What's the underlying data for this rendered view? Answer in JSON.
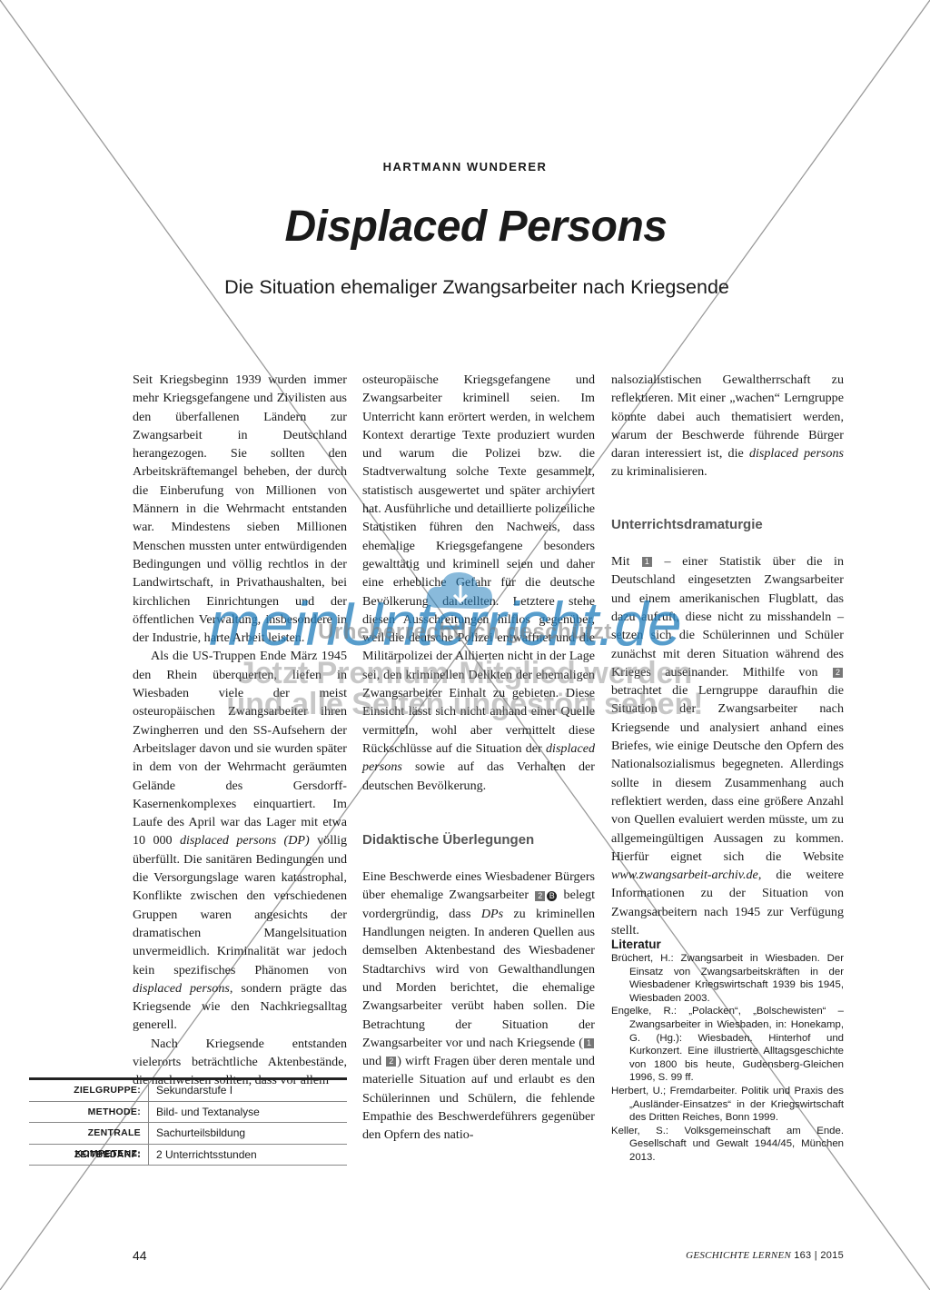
{
  "header": {
    "author": "HARTMANN WUNDERER",
    "title": "Displaced Persons",
    "subtitle": "Die Situation ehemaliger Zwangsarbeiter nach Kriegsende"
  },
  "body": {
    "col1": {
      "p1": "Seit Kriegsbeginn 1939 wurden immer mehr Kriegsgefangene und Zivilisten aus den überfallenen Ländern zur Zwangsarbeit in Deutschland herangezogen. Sie sollten den Arbeitskräftemangel beheben, der durch die Einberufung von Millionen von Männern in die Wehrmacht entstanden war. Mindestens sieben Millionen Menschen mussten unter entwürdigenden Bedingungen und völlig rechtlos in der Landwirtschaft, in Privathaushalten, bei kirchlichen Einrichtungen und der öffentlichen Verwaltung, insbesondere in der Industrie, harte Arbeit leisten.",
      "p2a": "Als die US-Truppen Ende März 1945 den Rhein überquerten, liefen in Wiesbaden viele der meist osteuropäischen Zwangsarbeiter ihren Zwingherren und den SS-Aufsehern der Arbeitslager davon und sie wurden später in dem von der Wehrmacht geräumten Gelände des Gersdorff-Kasernenkomplexes einquartiert. Im Laufe des April war das Lager mit etwa 10 000 ",
      "p2b": "displaced persons (DP)",
      "p2c": " völlig überfüllt. Die sanitären Bedingungen und die Versorgungslage waren katastrophal, Konflikte zwischen den verschiedenen Gruppen waren angesichts der dramatischen Mangelsituation unvermeidlich. Kriminalität war jedoch kein spezifisches Phänomen von ",
      "p2d": "displaced persons",
      "p2e": ", sondern prägte das Kriegsende wie den Nachkriegsalltag generell.",
      "p3": "Nach Kriegsende entstanden vielerorts beträchtliche Aktenbestände, die nachweisen sollten, dass vor allem"
    },
    "col2": {
      "p1a": "osteuropäische Kriegsgefangene und Zwangsarbeiter kriminell seien. Im Unterricht kann erörtert werden, in welchem Kontext derartige Texte produziert wurden und warum die Polizei bzw. die Stadtverwaltung solche Texte gesammelt, statistisch ausgewertet und später archiviert hat. Ausführliche und detaillierte polizeiliche Statistiken führen den Nachweis, dass ehemalige Kriegsgefangene besonders gewalttätig und kriminell seien und daher eine erhebliche Gefahr für die deutsche Bevölkerung darstellten. Letztere stehe diesen Ausschreitungen hilflos gegenüber, weil die deutsche Polizei entwaffnet und die Militärpolizei der Alliierten nicht in der Lage sei, den kriminellen Delikten der ehemaligen Zwangsarbeiter Einhalt zu gebieten. Diese Einsicht lässt sich nicht anhand einer Quelle vermitteln, wohl aber vermittelt diese Rückschlüsse auf die Situation der ",
      "p1b": "displaced persons",
      "p1c": " sowie auf das Verhalten der deutschen Bevölkerung.",
      "heading": "Didaktische Überlegungen",
      "p2a": "Eine Beschwerde eines Wiesbadener Bürgers über ehemalige Zwangsarbeiter ",
      "marker_a": "2",
      "marker_b": "B",
      "p2b": " belegt vordergründig, dass ",
      "p2c": "DPs",
      "p2d": " zu kriminellen Handlungen neigten. In anderen Quellen aus demselben Aktenbestand des Wiesbadener Stadtarchivs wird von Gewalthandlungen und Morden berichtet, die ehemalige Zwangsarbeiter verübt haben sollen. Die Betrachtung der Situation der Zwangsarbeiter vor und nach Kriegsende (",
      "marker_c": "1",
      "p2e": " und ",
      "marker_d": "2",
      "p2f": ") wirft Fragen über deren mentale und materielle Situation auf und erlaubt es den Schülerinnen und Schülern, die fehlende Empathie des Beschwerdeführers gegenüber den Opfern des natio-"
    },
    "col3": {
      "p1a": "nalsozialistischen Gewaltherrschaft zu reflektieren. Mit einer „wachen“ Lerngruppe könnte dabei auch thematisiert werden, warum der Beschwerde führende Bürger daran interessiert ist, die ",
      "p1b": "displaced persons",
      "p1c": " zu kriminalisieren.",
      "heading": "Unterrichtsdramaturgie",
      "p2a": "Mit ",
      "marker_a": "1",
      "p2b": " – einer Statistik über die in Deutschland eingesetzten Zwangsarbeiter und einem amerikanischen Flugblatt, das dazu aufruft, diese nicht zu misshandeln – setzen sich die Schülerinnen und Schüler zunächst mit deren Situation während des Krieges auseinander. Mithilfe von ",
      "marker_b": "2",
      "p2c": " betrachtet die Lerngruppe daraufhin die Situation der Zwangsarbeiter nach Kriegsende und analysiert anhand eines Briefes, wie einige Deutsche den Opfern des Nationalsozialismus begegneten. Allerdings sollte in diesem Zusammenhang auch reflektiert werden, dass eine größere Anzahl von Quellen evaluiert werden müsste, um zu allgemeingültigen Aussagen zu kommen. Hierfür eignet sich die Website ",
      "p2d": "www.zwangsarbeit-archiv.de",
      "p2e": ", die weitere Informationen zu der Situation von Zwangsarbeitern nach 1945 zur Verfügung stellt."
    }
  },
  "literature": {
    "heading": "Literatur",
    "entries": [
      "Brüchert, H.: Zwangsarbeit in Wiesbaden. Der Einsatz von Zwangsarbeitskräften in der Wiesbadener Kriegswirtschaft 1939 bis 1945, Wiesbaden 2003.",
      "Engelke, R.: „Polacken“, „Bolschewisten“ – Zwangsarbeiter in Wiesbaden, in: Honekamp, G. (Hg.): Wiesbaden. Hinterhof und Kurkonzert. Eine illustrierte Alltagsgeschichte von 1800 bis heute, Gudensberg-Gleichen 1996, S. 99 ff.",
      "Herbert, U.; Fremdarbeiter. Politik und Praxis des „Ausländer-Einsatzes“ in der Kriegswirtschaft des Dritten Reiches, Bonn 1999.",
      "Keller, S.: Volksgemeinschaft am Ende. Gesellschaft und Gewalt 1944/45, München 2013."
    ]
  },
  "infobox": [
    {
      "label": "ZIELGRUPPE:",
      "value": "Sekundarstufe I"
    },
    {
      "label": "METHODE:",
      "value": "Bild- und Textanalyse"
    },
    {
      "label": "ZENTRALE KOMPETENZ:",
      "value": "Sachurteilsbildung"
    },
    {
      "label": "ZEITBEDARF:",
      "value": "2 Unterrichtsstunden"
    }
  ],
  "footer": {
    "page_number": "44",
    "magazine": "GESCHICHTE LERNEN",
    "issue": "163 | 2015"
  },
  "watermark": {
    "logo": "meinUnterricht.de",
    "line1": "Urheberrechtlich geschützt",
    "line2a": "Jetzt Premium-Mitglied werden",
    "line2b": "und alle Seiten ungestört sehen!",
    "color": "#2882be"
  }
}
